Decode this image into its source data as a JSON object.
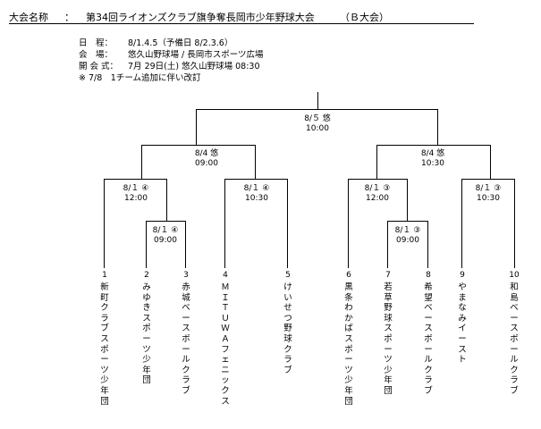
{
  "header": {
    "label": "大会名称",
    "colon": "：",
    "title": "第34回ライオンズクラブ旗争奪長岡市少年野球大会",
    "division": "（Ｂ大会）"
  },
  "info": {
    "schedule_label": "日　程：",
    "schedule_value": "8/1.4.5（予備日 8/2.3.6）",
    "venue_label": "会　場：",
    "venue_value": "悠久山野球場 / 長岡市スポーツ広場",
    "opening_label": "開 会 式：",
    "opening_value": "7月 29日(土) 悠久山野球場 08:30",
    "note": "※ 7/8　1チーム追加に伴い改訂"
  },
  "matches": {
    "final": {
      "date": "8/５ 悠",
      "time": "10:00"
    },
    "semi_left": {
      "date": "8/4 悠",
      "time": "09:00"
    },
    "semi_right": {
      "date": "8/4 悠",
      "time": "10:30"
    },
    "qf1": {
      "date": "8/１ ④",
      "time": "12:00"
    },
    "qf2": {
      "date": "8/１ ④",
      "time": "10:30"
    },
    "qf3": {
      "date": "8/１ ③",
      "time": "12:00"
    },
    "qf4": {
      "date": "8/１ ③",
      "time": "10:30"
    },
    "r1_left": {
      "date": "8/１ ④",
      "time": "09:00"
    },
    "r1_right": {
      "date": "8/１ ③",
      "time": "09:00"
    }
  },
  "teams": [
    {
      "num": "1",
      "name": "新町クラブスポーツ少年団"
    },
    {
      "num": "2",
      "name": "みゆきスポーツ少年団"
    },
    {
      "num": "3",
      "name": "赤城ベースボールクラブ"
    },
    {
      "num": "4",
      "name": "ＭＩＴＵＷＡフェニックス"
    },
    {
      "num": "5",
      "name": "けいせつ野球クラブ"
    },
    {
      "num": "6",
      "name": "黒条わかばスポーツ少年団"
    },
    {
      "num": "7",
      "name": "若草野球スポーツ少年団"
    },
    {
      "num": "8",
      "name": "希望ベースボールクラブ"
    },
    {
      "num": "9",
      "name": "やまなみイースト"
    },
    {
      "num": "10",
      "name": "和島ベースボールクラブ"
    }
  ]
}
